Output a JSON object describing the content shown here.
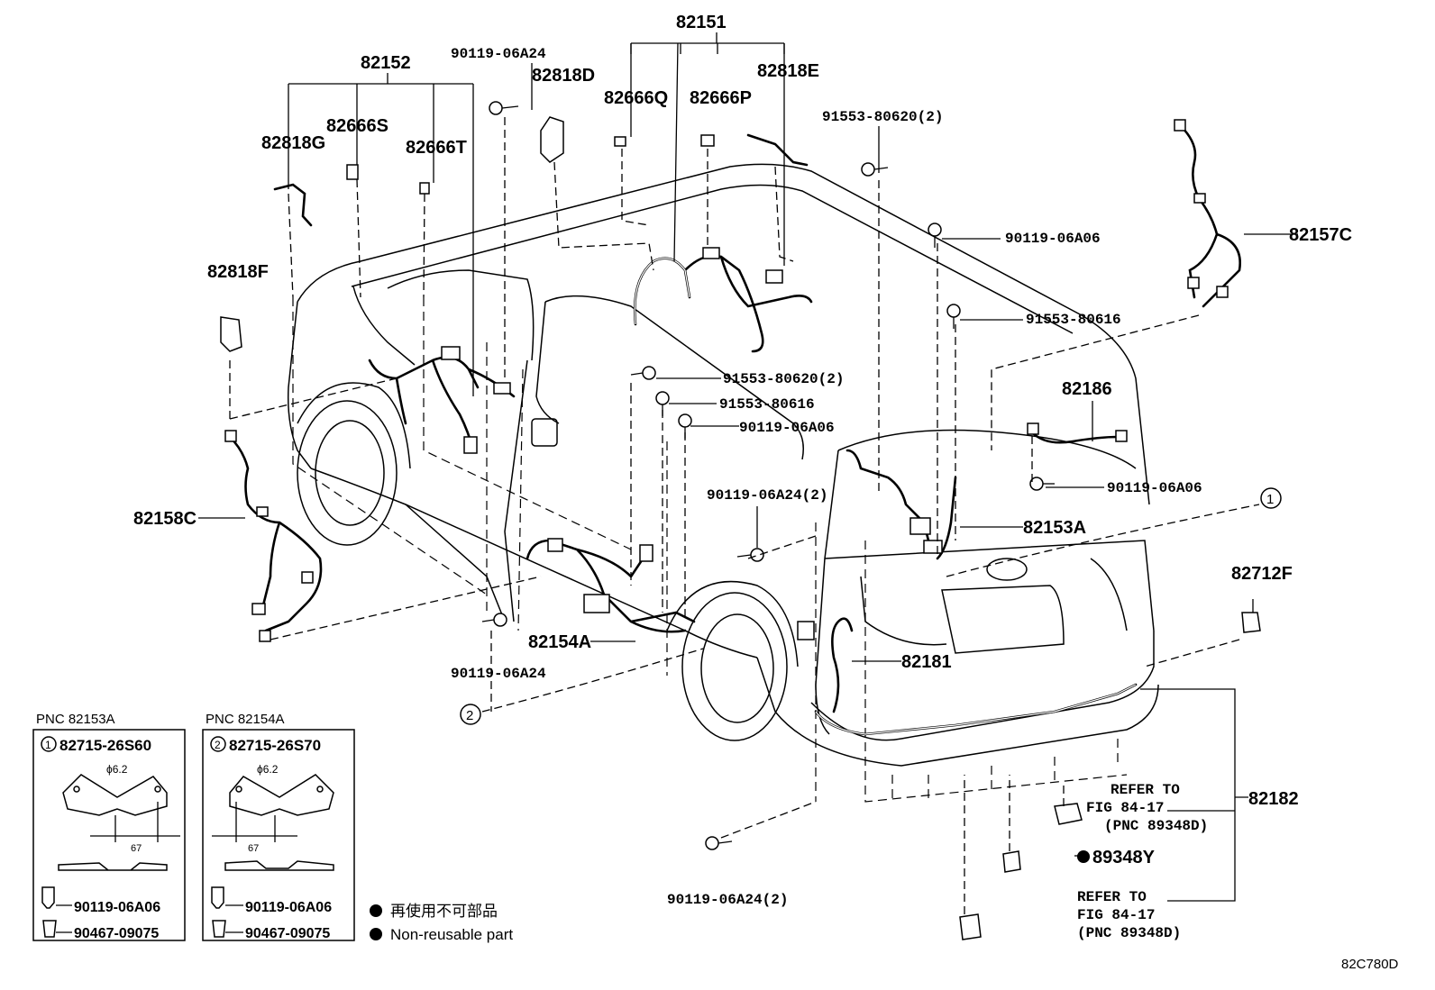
{
  "diagram_code": "82C780D",
  "callouts": {
    "p82151": "82151",
    "p82152": "82152",
    "p90119_06A24_top": "90119-06A24",
    "p82818D": "82818D",
    "p82666Q": "82666Q",
    "p82666P": "82666P",
    "p82818E": "82818E",
    "p91553_80620_2_top": "91553-80620(2)",
    "p82818G": "82818G",
    "p82666S": "82666S",
    "p82666T": "82666T",
    "p82157C": "82157C",
    "p90119_06A06_a": "90119-06A06",
    "p91553_80616_a": "91553-80616",
    "p82818F": "82818F",
    "p91553_80620_2_mid": "91553-80620(2)",
    "p91553_80616_b": "91553-80616",
    "p90119_06A06_b": "90119-06A06",
    "p82186": "82186",
    "p90119_06A06_c": "90119-06A06",
    "p82158C": "82158C",
    "p90119_06A24_2_mid": "90119-06A24(2)",
    "p82153A": "82153A",
    "p82712F": "82712F",
    "p82154A": "82154A",
    "p82181": "82181",
    "p90119_06A24_bottom": "90119-06A24",
    "p82182": "82182",
    "p89348Y": "89348Y",
    "p90119_06A24_2_bottom": "90119-06A24(2)"
  },
  "refs": {
    "ref1_line1": "REFER TO",
    "ref1_line2": "FIG 84-17",
    "ref1_line3": "(PNC 89348D)",
    "ref2_line1": "REFER TO",
    "ref2_line2": "FIG 84-17",
    "ref2_line3": "(PNC 89348D)"
  },
  "markers": {
    "m1": "1",
    "m2": "2"
  },
  "inset1": {
    "title": "PNC 82153A",
    "marker": "1",
    "part": "82715-26S60",
    "diameter": "ϕ6.2",
    "dim": "67",
    "bolt": "90119-06A06",
    "clip": "90467-09075"
  },
  "inset2": {
    "title": "PNC 82154A",
    "marker": "2",
    "part": "82715-26S70",
    "diameter": "ϕ6.2",
    "dim": "67",
    "bolt": "90119-06A06",
    "clip": "90467-09075"
  },
  "legend": {
    "jp": "再使用不可部品",
    "en": "Non-reusable part"
  }
}
